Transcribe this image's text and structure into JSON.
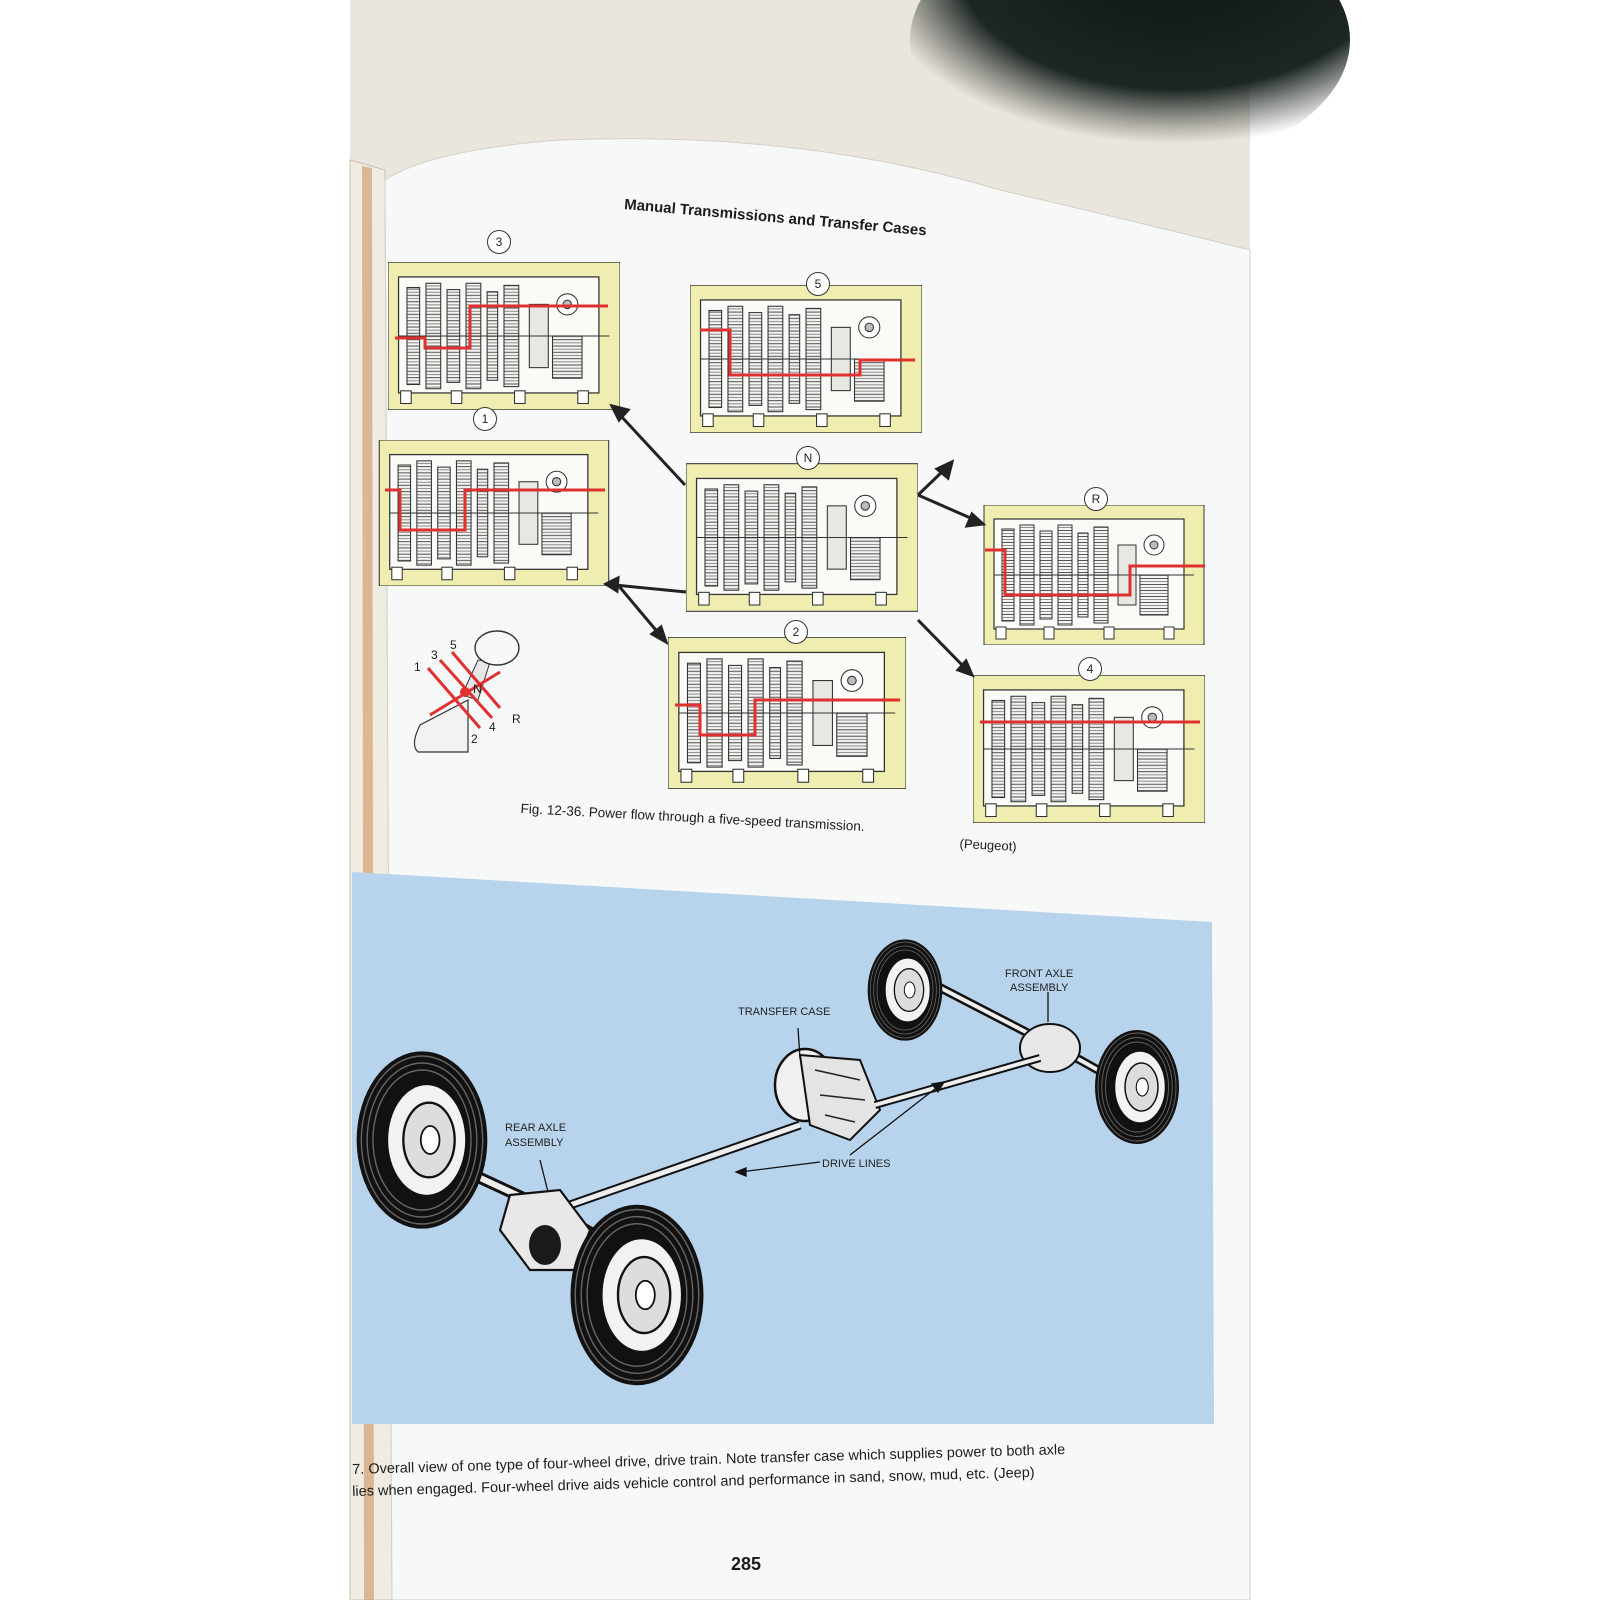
{
  "page": {
    "running_head": "Manual Transmissions and Transfer Cases",
    "page_number": "285"
  },
  "figure_12_36": {
    "gear_labels": [
      "3",
      "5",
      "1",
      "N",
      "R",
      "2",
      "4"
    ],
    "shift_pattern": {
      "gears": [
        "1",
        "3",
        "5",
        "N",
        "2",
        "4",
        "R"
      ]
    },
    "caption": "Fig. 12-36.  Power flow through a five-speed transmission.",
    "credit": "(Peugeot)"
  },
  "figure_12_37": {
    "callouts": {
      "transfer_case": "TRANSFER CASE",
      "front_axle_line1": "FRONT AXLE",
      "front_axle_line2": "ASSEMBLY",
      "rear_axle_line1": "REAR AXLE",
      "rear_axle_line2": "ASSEMBLY",
      "drive_lines": "DRIVE LINES"
    },
    "caption_line1": "7.  Overall view of one type of four-wheel drive, drive train. Note transfer case which supplies power to both axle",
    "caption_line2": "lies when engaged. Four-wheel drive aids vehicle control and performance in sand, snow, mud, etc.     (Jeep)",
    "caption_line3": ""
  },
  "colors": {
    "page_paper": "#f7f8f8",
    "panel_yellow": "#efeeb0",
    "power_flow_red": "#e03030",
    "sky_blue_panel": "#b8d4ec",
    "fur_dark": "#15201c"
  }
}
